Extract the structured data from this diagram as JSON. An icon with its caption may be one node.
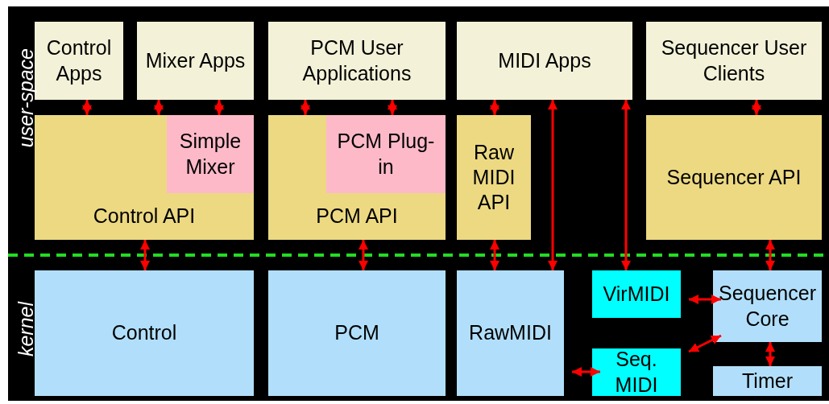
{
  "diagram": {
    "nodes": [
      {
        "text": [
          "Control Apps"
        ]
      },
      {
        "text": [
          "Mixer Apps"
        ]
      },
      {
        "text": [
          "PCM User Applications"
        ]
      },
      {
        "text": [
          "MIDI Apps"
        ]
      },
      {
        "text": [
          "Sequencer User Clients"
        ]
      },
      {
        "text": [
          "Control API"
        ]
      },
      {
        "text": [
          "Simple Mixer"
        ],
        "in": 5
      },
      {
        "text": [
          "PCM API"
        ]
      },
      {
        "text": [
          "PCM Plug-in"
        ],
        "in": 7
      },
      {
        "text": [
          "Raw MIDI API"
        ]
      },
      {
        "text": [
          "Sequencer API"
        ]
      },
      {
        "text": [
          "Control"
        ]
      },
      {
        "text": [
          "PCM"
        ]
      },
      {
        "text": [
          "RawMIDI"
        ]
      },
      {
        "text": [
          "VirMIDI"
        ]
      },
      {
        "text": [
          "Sequencer Core"
        ]
      },
      {
        "text": [
          "Seq. MIDI"
        ]
      },
      {
        "text": [
          "Timer"
        ]
      }
    ],
    "edges": [
      {
        "from": 0,
        "to": 5,
        "arrow": "both"
      },
      {
        "from": 1,
        "to": 5,
        "arrow": "both"
      },
      {
        "from": 1,
        "to": 6,
        "arrow": "both"
      },
      {
        "from": 2,
        "to": 7,
        "arrow": "both"
      },
      {
        "from": 2,
        "to": 8,
        "arrow": "both"
      },
      {
        "from": 3,
        "to": 9,
        "arrow": "both"
      },
      {
        "from": 3,
        "to": 13,
        "arrow": "both"
      },
      {
        "from": 3,
        "to": 14,
        "arrow": "both"
      },
      {
        "from": 4,
        "to": 10,
        "arrow": "both"
      },
      {
        "from": 5,
        "to": 11,
        "arrow": "both"
      },
      {
        "from": 7,
        "to": 12,
        "arrow": "both"
      },
      {
        "from": 9,
        "to": 13,
        "arrow": "both"
      },
      {
        "from": 10,
        "to": 15,
        "arrow": "both"
      },
      {
        "from": 14,
        "to": 15,
        "arrow": "both"
      },
      {
        "from": 13,
        "to": 16,
        "arrow": "both"
      },
      {
        "from": 16,
        "to": 15,
        "arrow": "both"
      },
      {
        "from": 15,
        "to": 17,
        "arrow": "both"
      }
    ],
    "labels": [
      "user-space",
      "kernel"
    ]
  }
}
